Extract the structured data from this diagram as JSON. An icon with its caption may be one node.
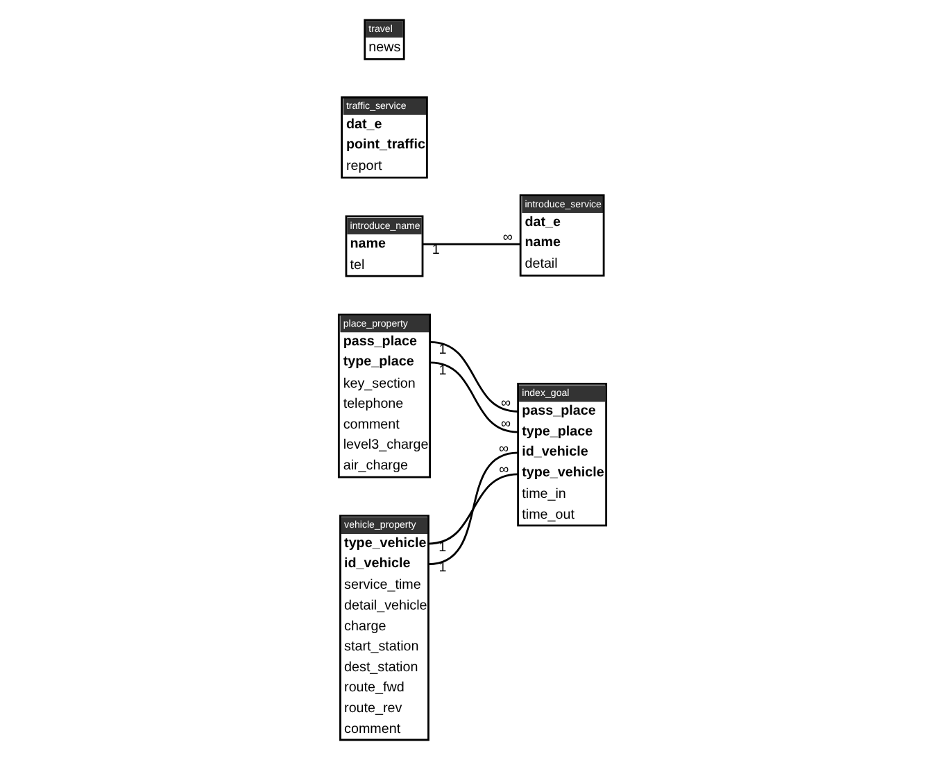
{
  "diagram": {
    "nodes": [
      {
        "text": [
          "vehicle_property",
          "type_vehicle",
          "id_vehicle",
          "service_time",
          "detail_vehicle",
          "charge",
          "start_station",
          "dest_station",
          "route_fwd",
          "route_rev",
          "comment"
        ]
      },
      {
        "text": [
          "index_goal",
          "pass_place",
          "type_place",
          "id_vehicle",
          "type_vehicle",
          "time_in",
          "time_out"
        ]
      },
      {
        "text": [
          "place_property",
          "pass_place",
          "type_place",
          "key_section",
          "telephone",
          "comment",
          "level3_charge",
          "air_charge"
        ]
      },
      {
        "text": [
          "introduce_service",
          "dat_e",
          "name",
          "detail"
        ]
      },
      {
        "text": [
          "introduce_name",
          "name",
          "tel"
        ]
      },
      {
        "text": [
          "traffic_service",
          "dat_e",
          "point_traffic",
          "report"
        ]
      },
      {
        "text": [
          "travel",
          "news"
        ]
      }
    ],
    "edges": [
      {
        "from": 0,
        "to": 1,
        "arrow": "none"
      },
      {
        "from": 0,
        "to": 1,
        "arrow": "none"
      },
      {
        "from": 2,
        "to": 1,
        "arrow": "none"
      },
      {
        "from": 2,
        "to": 1,
        "arrow": "none"
      },
      {
        "from": 4,
        "to": 3,
        "arrow": "none"
      }
    ],
    "labels": [
      "1",
      "1",
      "∞",
      "1",
      "∞",
      "1",
      "∞",
      "∞",
      "∞",
      "1"
    ]
  }
}
